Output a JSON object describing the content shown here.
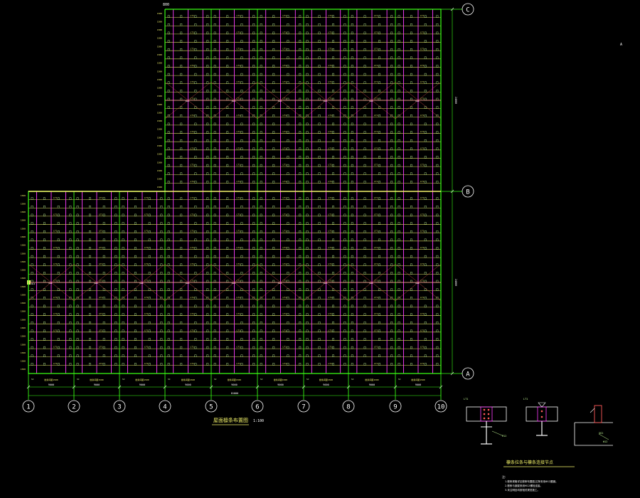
{
  "drawing": {
    "plan_title": "屋面檩条布置图",
    "plan_scale": "1:100",
    "detail_title": "檩条拉条与檩条连接节点",
    "corner_mark": "A",
    "top_left_mark": "800",
    "note_header": "注:",
    "notes": [
      "1.檩条规格详见檩条布置图,拉条采用Φ12圆钢。",
      "2.檩条与钢梁采用M12螺栓连接。",
      "3.未注明处均按相关规范施工。"
    ]
  },
  "axes": {
    "numbers": [
      "1",
      "2",
      "3",
      "4",
      "5",
      "6",
      "7",
      "8",
      "9",
      "10"
    ],
    "letters": [
      "C",
      "B",
      "A"
    ]
  },
  "dimensions": {
    "bays": [
      "9000",
      "9000",
      "9000",
      "9000",
      "9000",
      "9000",
      "9000",
      "9000",
      "9000"
    ],
    "total": "81000",
    "right_upper": "24000",
    "right_lower": "24000"
  },
  "labels": {
    "purlin_tag": "LT1",
    "tie_tag": "XG1",
    "brace_tag": "SC",
    "spacing_tag": "1500",
    "wall_mark": "WL1",
    "bay_note": "檩条间距1500"
  },
  "details": {
    "d1_tag": "LT1",
    "d2_tag": "LT1",
    "d3_tag": "XG1",
    "d1_leader": "M12",
    "d3_leader": "Φ12"
  },
  "colors": {
    "grid": "#39ff14",
    "purlin": "#f4f46a",
    "sag_rod": "#ff3cff",
    "brace": "#ff5a5a",
    "text": "#ffffff"
  }
}
